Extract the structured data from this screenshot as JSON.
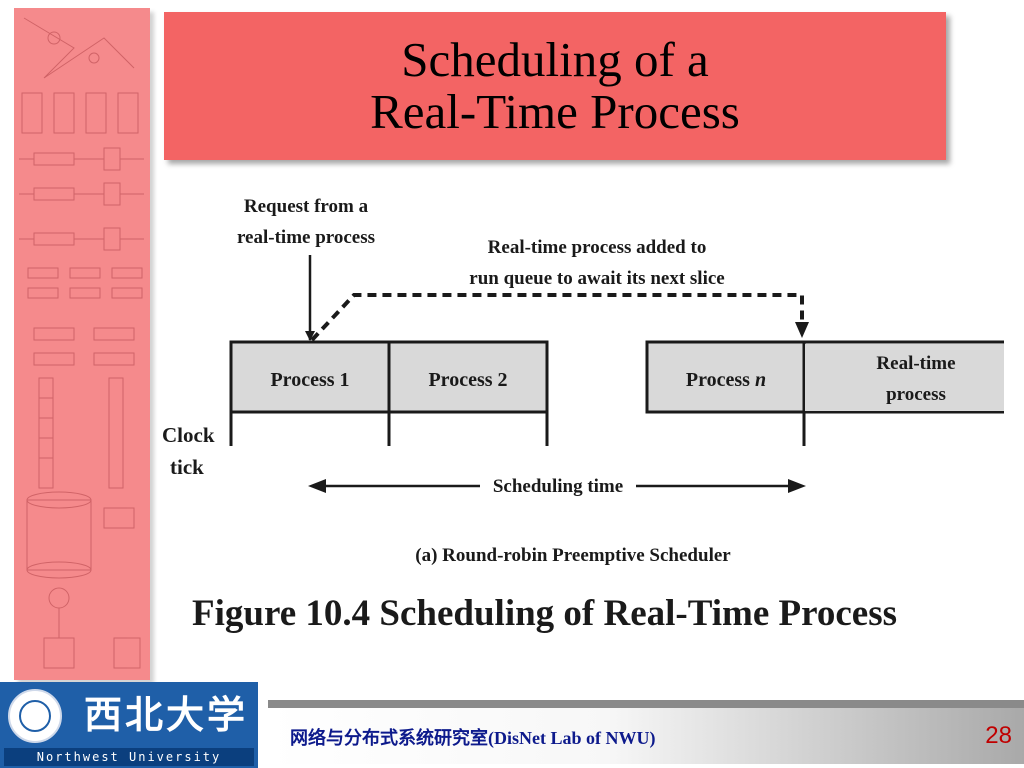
{
  "slide": {
    "title_line1": "Scheduling of a",
    "title_line2": "Real-Time Process",
    "figure_caption": "Figure 10.4  Scheduling of Real-Time Process",
    "page_number": "28"
  },
  "diagram": {
    "request_label": [
      "Request from a",
      "real-time process"
    ],
    "added_label": [
      "Real-time process added to",
      "run queue to await its next slice"
    ],
    "queue_boxes": [
      "Process 1",
      "Process 2"
    ],
    "later_boxes": [
      "Process n",
      [
        "Real-time",
        "process"
      ]
    ],
    "clock_label": [
      "Clock",
      "tick"
    ],
    "scheduling_time_label": "Scheduling time",
    "subcaption": "(a) Round-robin Preemptive Scheduler"
  },
  "footer": {
    "lab_name_cn": "网络与分布式系统研究室",
    "lab_name_en": "(DisNet  Lab of NWU)",
    "university_cn": "西北大学",
    "university_en": "Northwest University",
    "logo_color": "#1f5fa8",
    "text_color": "#0d1a8c",
    "page_color": "#c00000"
  },
  "colors": {
    "title_bg": "#f36464",
    "strip_bg": "#f58a8c",
    "box_fill": "#d9d9d9"
  }
}
